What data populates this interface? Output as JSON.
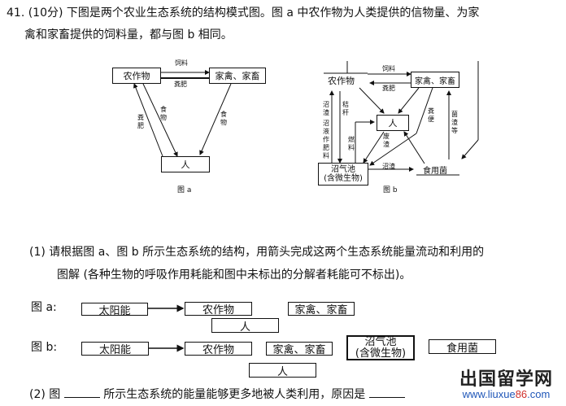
{
  "question": {
    "number": "41.",
    "points": "(10分)",
    "intro_line1": "下图是两个农业生态系统的结构模式图。图 a 中农作物为人类提供的信物量、为家",
    "intro_line2": "禽和家畜提供的饲料量，都与图 b 相同。"
  },
  "figure_a": {
    "caption": "图  a",
    "nodes": {
      "crops": "农作物",
      "livestock": "家禽、家畜",
      "human": "人"
    },
    "edge_labels": {
      "feed": "饲料",
      "manure_top": "粪肥",
      "manure_left": "粪肥",
      "food_crops": "食物",
      "food_livestock": "食物"
    }
  },
  "figure_b": {
    "caption": "图  b",
    "nodes": {
      "crops": "农作物",
      "livestock": "家禽、家畜",
      "human": "人",
      "biogas": "沼气池",
      "biogas_sub": "(含微生物)",
      "mushroom": "食用菌"
    },
    "edge_labels": {
      "feed": "饲料",
      "manure": "粪肥",
      "residue_left": "沼渣",
      "residue_left2": "沼液作肥料",
      "straw": "秸秆",
      "fuel": "燃料",
      "manure2": "粪便",
      "waste": "废渣",
      "residue_bottom": "沼渣",
      "mushroom_waste": "菌渣等"
    }
  },
  "part1": {
    "label": "(1)",
    "text_line1": "请根据图 a、图 b 所示生态系统的结构，用箭头完成这两个生态系统能量流动和利用的",
    "text_line2": "图解 (各种生物的呼吸作用耗能和图中未标出的分解者耗能可不标出)。"
  },
  "answer_a": {
    "label": "图 a:",
    "nodes": {
      "sun": "太阳能",
      "crops": "农作物",
      "livestock": "家禽、家畜",
      "human": "人"
    }
  },
  "answer_b": {
    "label": "图 b:",
    "nodes": {
      "sun": "太阳能",
      "crops": "农作物",
      "livestock": "家禽、家畜",
      "biogas": "沼气池",
      "biogas_sub": "(含微生物)",
      "mushroom": "食用菌",
      "human": "人"
    }
  },
  "part2": {
    "label": "(2)",
    "prefix": "图",
    "middle": "所示生态系统的能量能够更多地被人类利用，原因是"
  },
  "watermark": {
    "title": "出国留学网",
    "url_pre": "www.liuxue",
    "url_hl": "86",
    "url_post": ".com"
  }
}
